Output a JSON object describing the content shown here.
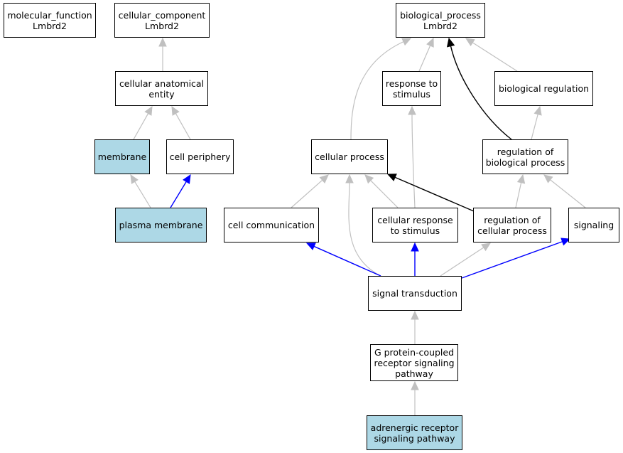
{
  "colors": {
    "highlight_fill": "#add8e6",
    "default_fill": "#ffffff",
    "edge_gray": "#c0c0c0",
    "edge_black": "#000000",
    "edge_blue": "#0000ff"
  },
  "nodes": [
    {
      "id": "molecular_function",
      "lines": [
        "molecular_function",
        "Lmbrd2"
      ],
      "highlighted": false
    },
    {
      "id": "cellular_component",
      "lines": [
        "cellular_component",
        "Lmbrd2"
      ],
      "highlighted": false
    },
    {
      "id": "biological_process",
      "lines": [
        "biological_process",
        "Lmbrd2"
      ],
      "highlighted": false
    },
    {
      "id": "cellular_anatomical_entity",
      "lines": [
        "cellular anatomical",
        "entity"
      ],
      "highlighted": false
    },
    {
      "id": "response_to_stimulus",
      "lines": [
        "response to",
        "stimulus"
      ],
      "highlighted": false
    },
    {
      "id": "biological_regulation",
      "lines": [
        "biological regulation"
      ],
      "highlighted": false
    },
    {
      "id": "membrane",
      "lines": [
        "membrane"
      ],
      "highlighted": true
    },
    {
      "id": "cell_periphery",
      "lines": [
        "cell periphery"
      ],
      "highlighted": false
    },
    {
      "id": "cellular_process",
      "lines": [
        "cellular process"
      ],
      "highlighted": false
    },
    {
      "id": "regulation_of_biological_process",
      "lines": [
        "regulation of",
        "biological process"
      ],
      "highlighted": false
    },
    {
      "id": "plasma_membrane",
      "lines": [
        "plasma membrane"
      ],
      "highlighted": true
    },
    {
      "id": "cell_communication",
      "lines": [
        "cell communication"
      ],
      "highlighted": false
    },
    {
      "id": "cellular_response_to_stimulus",
      "lines": [
        "cellular response",
        "to stimulus"
      ],
      "highlighted": false
    },
    {
      "id": "regulation_of_cellular_process",
      "lines": [
        "regulation of",
        "cellular process"
      ],
      "highlighted": false
    },
    {
      "id": "signaling",
      "lines": [
        "signaling"
      ],
      "highlighted": false
    },
    {
      "id": "signal_transduction",
      "lines": [
        "signal transduction"
      ],
      "highlighted": false
    },
    {
      "id": "gpcr_signaling_pathway",
      "lines": [
        "G protein-coupled",
        "receptor signaling",
        "pathway"
      ],
      "highlighted": false
    },
    {
      "id": "adrenergic_receptor_signaling_pathway",
      "lines": [
        "adrenergic receptor",
        "signaling pathway"
      ],
      "highlighted": true
    }
  ],
  "edges": [
    {
      "from": "cellular_anatomical_entity",
      "to": "cellular_component",
      "color": "gray"
    },
    {
      "from": "membrane",
      "to": "cellular_anatomical_entity",
      "color": "gray"
    },
    {
      "from": "cell_periphery",
      "to": "cellular_anatomical_entity",
      "color": "gray"
    },
    {
      "from": "plasma_membrane",
      "to": "membrane",
      "color": "gray"
    },
    {
      "from": "plasma_membrane",
      "to": "cell_periphery",
      "color": "blue"
    },
    {
      "from": "response_to_stimulus",
      "to": "biological_process",
      "color": "gray"
    },
    {
      "from": "biological_regulation",
      "to": "biological_process",
      "color": "gray"
    },
    {
      "from": "cellular_process",
      "to": "biological_process",
      "color": "gray"
    },
    {
      "from": "regulation_of_biological_process",
      "to": "biological_process",
      "color": "black"
    },
    {
      "from": "regulation_of_biological_process",
      "to": "biological_regulation",
      "color": "gray"
    },
    {
      "from": "cell_communication",
      "to": "cellular_process",
      "color": "gray"
    },
    {
      "from": "cellular_response_to_stimulus",
      "to": "cellular_process",
      "color": "gray"
    },
    {
      "from": "cellular_response_to_stimulus",
      "to": "response_to_stimulus",
      "color": "gray"
    },
    {
      "from": "regulation_of_cellular_process",
      "to": "cellular_process",
      "color": "black"
    },
    {
      "from": "regulation_of_cellular_process",
      "to": "regulation_of_biological_process",
      "color": "gray"
    },
    {
      "from": "signaling",
      "to": "regulation_of_biological_process",
      "color": "gray"
    },
    {
      "from": "signal_transduction",
      "to": "cellular_process",
      "color": "gray"
    },
    {
      "from": "signal_transduction",
      "to": "cell_communication",
      "color": "blue"
    },
    {
      "from": "signal_transduction",
      "to": "cellular_response_to_stimulus",
      "color": "blue"
    },
    {
      "from": "signal_transduction",
      "to": "regulation_of_cellular_process",
      "color": "gray"
    },
    {
      "from": "signal_transduction",
      "to": "signaling",
      "color": "blue"
    },
    {
      "from": "gpcr_signaling_pathway",
      "to": "signal_transduction",
      "color": "gray"
    },
    {
      "from": "adrenergic_receptor_signaling_pathway",
      "to": "gpcr_signaling_pathway",
      "color": "gray"
    }
  ]
}
